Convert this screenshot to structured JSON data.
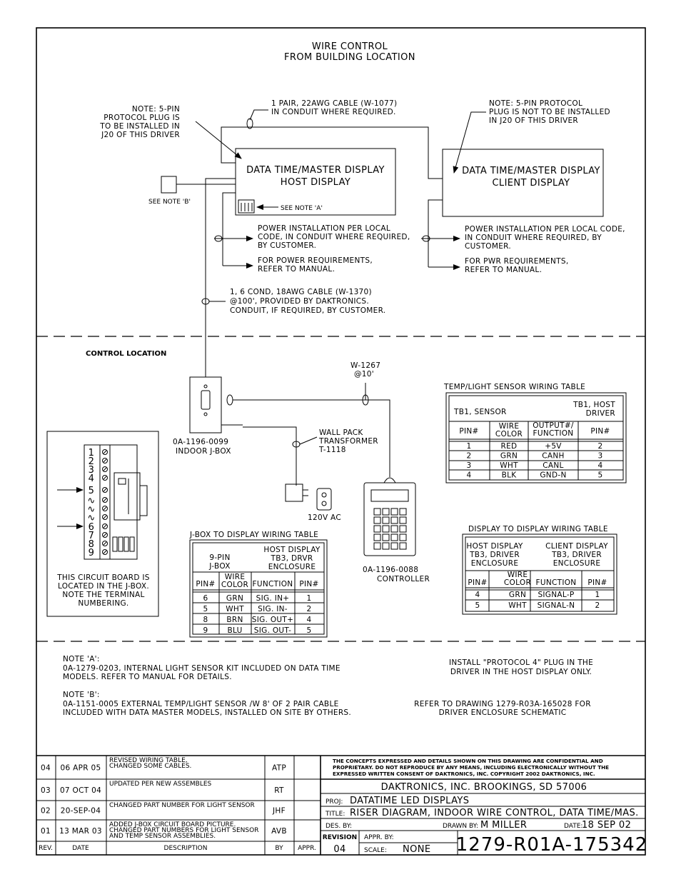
{
  "header": {
    "line1": "WIRE CONTROL",
    "line2": "FROM BUILDING LOCATION"
  },
  "notes_top": {
    "note_host": [
      "NOTE: 5-PIN",
      "PROTOCOL PLUG IS",
      "TO BE INSTALLED IN",
      "J20 OF THIS DRIVER"
    ],
    "note_client": [
      "NOTE: 5-PIN PROTOCOL",
      "PLUG IS NOT TO BE INSTALLED",
      "IN J20 OF THIS DRIVER"
    ],
    "cable_w1077": [
      "1 PAIR, 22AWG CABLE (W-1077)",
      "IN CONDUIT WHERE REQUIRED."
    ],
    "host_power": [
      "POWER INSTALLATION PER LOCAL",
      "CODE, IN CONDUIT WHERE REQUIRED,",
      "BY CUSTOMER."
    ],
    "host_power_req": [
      "FOR POWER REQUIREMENTS,",
      "REFER TO MANUAL."
    ],
    "client_power": [
      "POWER INSTALLATION PER LOCAL CODE,",
      "IN CONDUIT WHERE REQUIRED, BY",
      "CUSTOMER."
    ],
    "client_power_req": [
      "FOR PWR REQUIREMENTS,",
      "REFER TO MANUAL."
    ],
    "cable_w1370": [
      "1, 6 COND, 18AWG CABLE (W-1370)",
      "@100', PROVIDED BY DAKTRONICS.",
      "CONDUIT, IF REQUIRED, BY CUSTOMER."
    ],
    "see_note_b": "SEE NOTE 'B'",
    "see_note_a": "SEE NOTE 'A'"
  },
  "host_display": {
    "line1": "DATA TIME/MASTER DISPLAY",
    "line2": "HOST DISPLAY"
  },
  "client_display": {
    "line1": "DATA TIME/MASTER DISPLAY",
    "line2": "CLIENT DISPLAY"
  },
  "control_location": {
    "label": "CONTROL LOCATION",
    "w1267": [
      "W-1267",
      "@10'"
    ],
    "jbox": [
      "0A-1196-0099",
      "INDOOR J-BOX"
    ],
    "wall_pack": [
      "WALL PACK",
      "TRANSFORMER",
      "T-1118"
    ],
    "outlet": "120V AC",
    "controller": [
      "0A-1196-0088",
      "CONTROLLER"
    ],
    "circuit_note": [
      "THIS CIRCUIT BOARD IS",
      "LOCATED IN THE J-BOX.",
      "NOTE THE TERMINAL",
      "NUMBERING."
    ],
    "terminal_numbers": [
      "1",
      "2",
      "3",
      "4",
      "5",
      "6",
      "7",
      "8",
      "9"
    ]
  },
  "sensor_table": {
    "title": "TEMP/LIGHT SENSOR WIRING TABLE",
    "left_header": "TB1, SENSOR",
    "right_header": [
      "TB1, HOST",
      "DRIVER"
    ],
    "columns": [
      "PIN#",
      "WIRE COLOR",
      "OUTPUT#/ FUNCTION",
      "PIN#"
    ],
    "rows": [
      [
        "1",
        "RED",
        "+5V",
        "2"
      ],
      [
        "2",
        "GRN",
        "CANH",
        "3"
      ],
      [
        "3",
        "WHT",
        "CANL",
        "4"
      ],
      [
        "4",
        "BLK",
        "GND-N",
        "5"
      ]
    ]
  },
  "jbox_table": {
    "title": "J-BOX TO DISPLAY WIRING TABLE",
    "left_header": [
      "9-PIN",
      "J-BOX"
    ],
    "right_header": [
      "HOST DISPLAY",
      "TB3, DRVR",
      "ENCLOSURE"
    ],
    "columns": [
      "PIN#",
      "WIRE COLOR",
      "FUNCTION",
      "PIN#"
    ],
    "rows": [
      [
        "6",
        "GRN",
        "SIG. IN+",
        "1"
      ],
      [
        "5",
        "WHT",
        "SIG. IN-",
        "2"
      ],
      [
        "8",
        "BRN",
        "SIG. OUT+",
        "4"
      ],
      [
        "9",
        "BLU",
        "SIG. OUT-",
        "5"
      ]
    ]
  },
  "display_table": {
    "title": "DISPLAY TO DISPLAY WIRING TABLE",
    "left_header": [
      "HOST DISPLAY",
      "TB3, DRIVER",
      "ENCLOSURE"
    ],
    "right_header": [
      "CLIENT DISPLAY",
      "TB3, DRIVER",
      "ENCLOSURE"
    ],
    "columns": [
      "PIN#",
      "WIRE COLOR",
      "FUNCTION",
      "PIN#"
    ],
    "rows": [
      [
        "4",
        "GRN",
        "SIGNAL-P",
        "1"
      ],
      [
        "5",
        "WHT",
        "SIGNAL-N",
        "2"
      ]
    ]
  },
  "bottom_notes": {
    "note_a": [
      "NOTE 'A':",
      "0A-1279-0203, INTERNAL LIGHT SENSOR KIT INCLUDED ON DATA TIME",
      "MODELS.  REFER TO MANUAL FOR DETAILS."
    ],
    "note_b": [
      "NOTE 'B':",
      "0A-1151-0005 EXTERNAL TEMP/LIGHT SENSOR /W 8' OF 2 PAIR CABLE",
      "INCLUDED WITH DATA MASTER MODELS, INSTALLED ON SITE BY OTHERS."
    ],
    "protocol": [
      "INSTALL \"PROTOCOL 4\" PLUG IN THE",
      "DRIVER IN THE HOST DISPLAY ONLY."
    ],
    "refer": [
      "REFER TO DRAWING 1279-R03A-165028 FOR",
      "DRIVER ENCLOSURE SCHEMATIC"
    ]
  },
  "revisions": {
    "columns": [
      "REV.",
      "DATE",
      "DESCRIPTION",
      "BY",
      "APPR."
    ],
    "rows": [
      {
        "rev": "04",
        "date": "06 APR 05",
        "desc": [
          "REVISED WIRING TABLE,",
          "CHANGED SOME CABLES."
        ],
        "by": "ATP"
      },
      {
        "rev": "03",
        "date": "07 OCT 04",
        "desc": [
          "UPDATED PER NEW ASSEMBLES"
        ],
        "by": "RT"
      },
      {
        "rev": "02",
        "date": "20-SEP-04",
        "desc": [
          "CHANGED PART NUMBER FOR LIGHT SENSOR"
        ],
        "by": "JHF"
      },
      {
        "rev": "01",
        "date": "13 MAR 03",
        "desc": [
          "ADDED J-BOX CIRCUIT BOARD PICTURE.",
          "CHANGED PART NUMBERS FOR LIGHT SENSOR",
          "AND TEMP SENSOR ASSEMBLIES."
        ],
        "by": "AVB"
      }
    ]
  },
  "title_block": {
    "confidential": [
      "THE CONCEPTS EXPRESSED AND DETAILS SHOWN ON THIS DRAWING ARE CONFIDENTIAL AND",
      "PROPRIETARY.  DO NOT REPRODUCE BY ANY MEANS, INCLUDING ELECTRONICALLY WITHOUT THE",
      "EXPRESSED WRITTEN CONSENT OF DAKTRONICS, INC.          COPYRIGHT 2002 DAKTRONICS, INC."
    ],
    "company": "DAKTRONICS, INC.    BROOKINGS, SD 57006",
    "proj_label": "PROJ:",
    "proj": "DATATIME LED DISPLAYS",
    "title_label": "TITLE:",
    "title": "RISER DIAGRAM, INDOOR WIRE CONTROL, DATA TIME/MAS.",
    "des_label": "DES. BY:",
    "drawn_label": "DRAWN BY:",
    "drawn": "M MILLER",
    "date_label": "DATE:",
    "date": "18 SEP 02",
    "revision_label": "REVISION",
    "revision": "04",
    "appr_label": "APPR. BY:",
    "scale_label": "SCALE:",
    "scale": "NONE",
    "drawing_no": "1279-R01A-175342"
  }
}
